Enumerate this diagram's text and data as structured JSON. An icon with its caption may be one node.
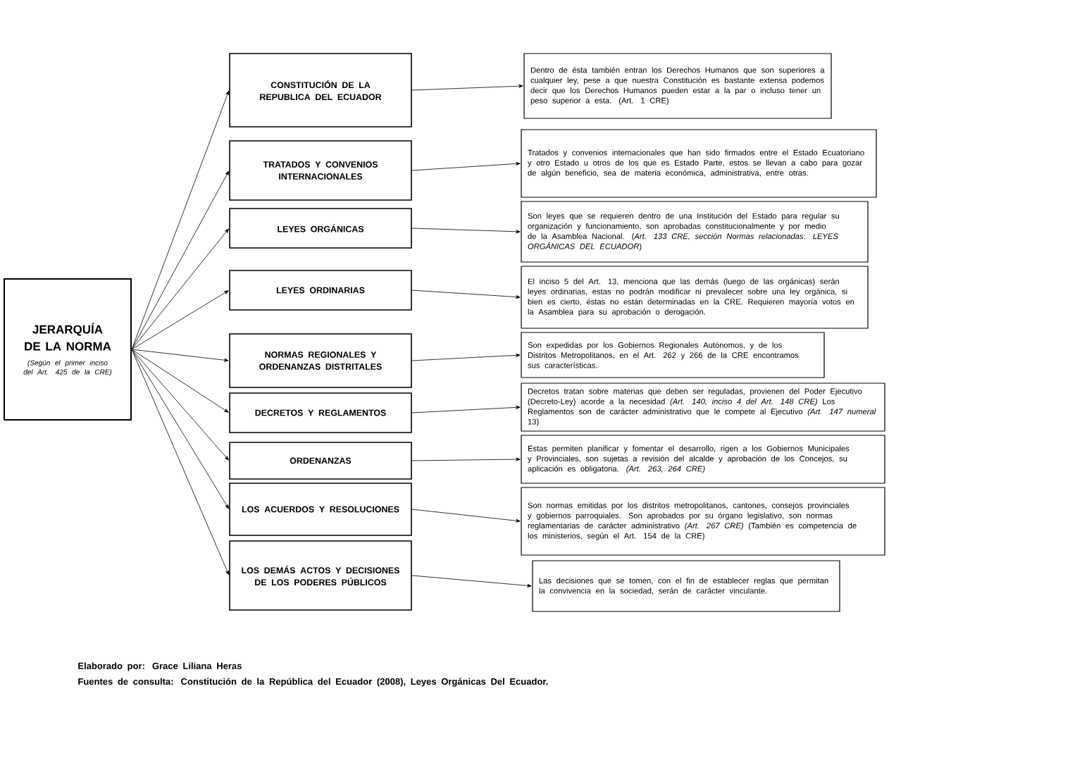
{
  "diagram": {
    "nodes": [
      {
        "text": [
          "JERARQUÍA DE LA NORMA",
          "(Según el primer inciso del Art. 425 de la CRE)"
        ]
      },
      {
        "text": [
          "CONSTITUCIÓN DE LA REPUBLICA DEL ECUADOR"
        ]
      },
      {
        "text": [
          "TRATADOS Y CONVENIOS INTERNACIONALES"
        ]
      },
      {
        "text": [
          "LEYES ORGÁNICAS"
        ]
      },
      {
        "text": [
          "LEYES ORDINARIAS"
        ]
      },
      {
        "text": [
          "NORMAS REGIONALES Y ORDENANZAS DISTRITALES"
        ]
      },
      {
        "text": [
          "DECRETOS Y REGLAMENTOS"
        ]
      },
      {
        "text": [
          "ORDENANZAS"
        ]
      },
      {
        "text": [
          "LOS ACUERDOS Y RESOLUCIONES"
        ]
      },
      {
        "text": [
          "LOS DEMÁS ACTOS Y DECISIONES DE LOS PODERES PÚBLICOS"
        ]
      },
      {
        "text": [
          "Dentro de ésta también entran los Derechos Humanos que son superiores a cualquier ley, pese a que nuestra Constitución es bastante extensa podemos decir que los Derechos Humanos pueden estar a la par o incluso tener un peso superior a esta. (Art. 1 CRE)"
        ]
      },
      {
        "text": [
          "Tratados y convenios internacionales que han sido firmados entre el Estado Ecuatoriano y otro Estado u otros de los que es Estado Parte, estos se llevan a cabo para gozar de algún beneficio, sea de materia económica, administrativa, entre otras."
        ]
      },
      {
        "text": [
          "Son leyes que se requieren dentro de una Institución del Estado para regular su organización y funcionamiento, son aprobadas constitucionalmente y por medio de la Asamblea Nacional. (*Art. 133 CRE, sección Normas relacionadas*: *LEYES ORGÁNICAS DEL ECUADOR*)"
        ]
      },
      {
        "text": [
          "El inciso 5 del Art. 13, menciona que las demás (luego de las orgánicas) serán leyes ordinarias, estas no podrán modificar ni prevalecer sobre una ley orgánica, si bien es cierto, éstas no están determinadas en la CRE. Requieren mayoría votos en la Asamblea para su aprobación o derogación."
        ]
      },
      {
        "text": [
          "Son expedidas por los Gobiernos Regionales Autónomos, y de los Distritos Metropolitanos, en el Art. 262 y 266 de la CRE encontramos sus características."
        ]
      },
      {
        "text": [
          "Decretos tratan sobre materias que deben ser reguladas, provienen del Poder Ejecutivo (Decreto-Ley) acorde a la necesidad *(Art. 140, inciso 4 del Art. 148 CRE)* Los Reglamentos son de carácter administrativo que le compete al Ejecutivo *(Art. 147 numeral* 13)"
        ]
      },
      {
        "text": [
          "Estas permiten planificar y fomentar el desarrollo, rigen a los Gobiernos Municipales y Provinciales, son sujetas a revisión del alcalde y aprobación de los Concejos, su aplicación es obligatoria. *(Art. 263, 264 CRE)*"
        ]
      },
      {
        "text": [
          "Son normas emitidas por los distritos metropolitanos, cantones, consejos provinciales y gobiernos parroquiales. Son aprobados por su órgano legislativo, son normas reglamentarias de carácter administrativo *(Art. 267 CRE)* (También es competencia de los ministerios, según el Art. 154 de la CRE)"
        ]
      },
      {
        "text": [
          "Las decisiones que se tomen, con el fin de establecer reglas que permitan la convivencia en la sociedad, serán de carácter vinculante."
        ]
      }
    ],
    "edges": [
      {
        "from": 0,
        "to": 1,
        "arrow": "to"
      },
      {
        "from": 0,
        "to": 2,
        "arrow": "to"
      },
      {
        "from": 0,
        "to": 3,
        "arrow": "to"
      },
      {
        "from": 0,
        "to": 4,
        "arrow": "to"
      },
      {
        "from": 0,
        "to": 5,
        "arrow": "to"
      },
      {
        "from": 0,
        "to": 6,
        "arrow": "to"
      },
      {
        "from": 0,
        "to": 7,
        "arrow": "to"
      },
      {
        "from": 0,
        "to": 8,
        "arrow": "to"
      },
      {
        "from": 0,
        "to": 9,
        "arrow": "to"
      },
      {
        "from": 1,
        "to": 10,
        "arrow": "to"
      },
      {
        "from": 2,
        "to": 11,
        "arrow": "to"
      },
      {
        "from": 3,
        "to": 12,
        "arrow": "to"
      },
      {
        "from": 4,
        "to": 13,
        "arrow": "to"
      },
      {
        "from": 5,
        "to": 14,
        "arrow": "to"
      },
      {
        "from": 6,
        "to": 15,
        "arrow": "to"
      },
      {
        "from": 7,
        "to": 16,
        "arrow": "to"
      },
      {
        "from": 8,
        "to": 17,
        "arrow": "to"
      },
      {
        "from": 9,
        "to": 18,
        "arrow": "to"
      }
    ],
    "labels": [
      "Elaborado por: Grace Liliana Heras",
      "Fuentes de consulta: Constitución de la República del Ecuador (2008), Leyes Orgánicas Del Ecuador."
    ]
  }
}
